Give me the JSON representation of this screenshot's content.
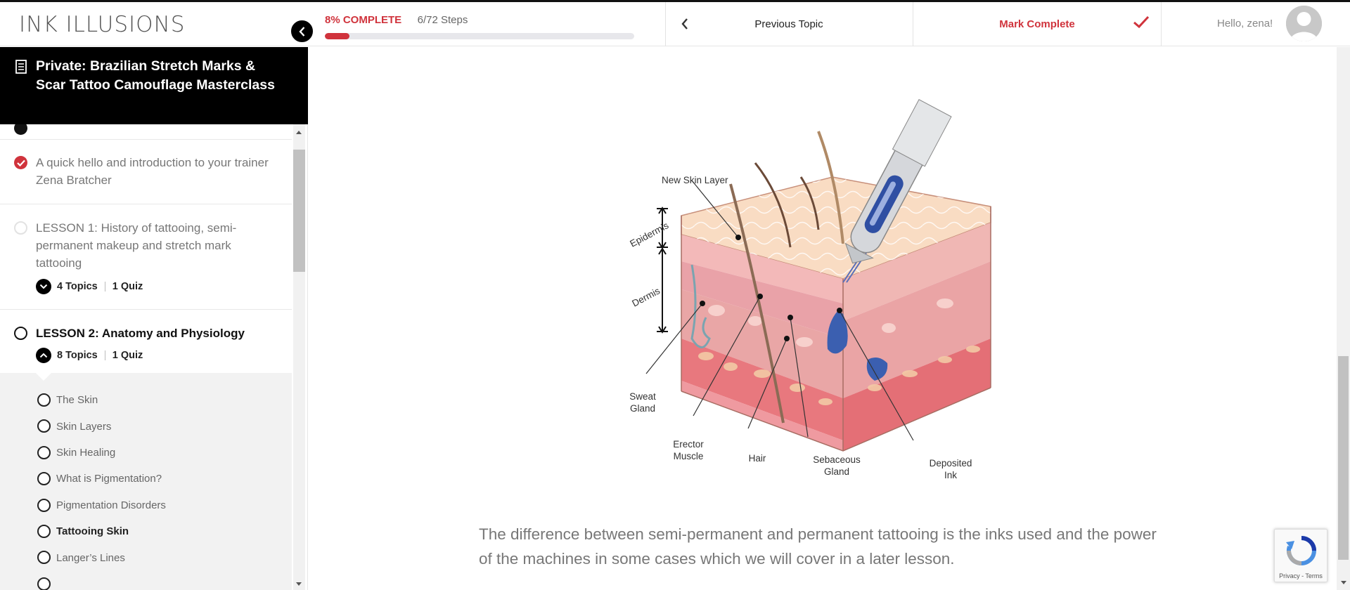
{
  "header": {
    "logo": "INK ILLUSIONS",
    "progress_percent_label": "8% COMPLETE",
    "progress_fraction": 0.08,
    "steps_label": "6/72 Steps",
    "previous_topic_label": "Previous Topic",
    "mark_complete_label": "Mark Complete",
    "greeting": "Hello, zena!",
    "accent_color": "#d0333c"
  },
  "sidebar": {
    "course_title": "Private: Brazilian Stretch Marks & Scar Tattoo Camouflage Masterclass",
    "items": [
      {
        "text": "A quick hello and introduction to your trainer Zena Bratcher",
        "status": "complete"
      },
      {
        "text": "LESSON 1: History of tattooing, semi-permanent makeup and stretch mark tattooing",
        "status": "incomplete",
        "topics_label": "4 Topics",
        "quiz_label": "1 Quiz",
        "expanded": false
      },
      {
        "text": "LESSON 2: Anatomy and Physiology",
        "status": "in-progress",
        "topics_label": "8 Topics",
        "quiz_label": "1 Quiz",
        "expanded": true
      }
    ],
    "topics": [
      {
        "label": "The Skin",
        "current": false
      },
      {
        "label": "Skin Layers",
        "current": false
      },
      {
        "label": "Skin Healing",
        "current": false
      },
      {
        "label": "What is Pigmentation?",
        "current": false
      },
      {
        "label": "Pigmentation Disorders",
        "current": false
      },
      {
        "label": "Tattooing Skin",
        "current": true
      },
      {
        "label": "Langer’s Lines",
        "current": false
      }
    ]
  },
  "diagram": {
    "labels": {
      "new_skin_layer": "New Skin Layer",
      "epidermis": "Epidermis",
      "dermis": "Dermis",
      "sweat_gland_1": "Sweat",
      "sweat_gland_2": "Gland",
      "erector_muscle_1": "Erector",
      "erector_muscle_2": "Muscle",
      "hair": "Hair",
      "sebaceous_gland_1": "Sebaceous",
      "sebaceous_gland_2": "Gland",
      "deposited_ink_1": "Deposited",
      "deposited_ink_2": "Ink"
    }
  },
  "main": {
    "caption": "The difference between semi-permanent and permanent tattooing is the inks used and the power of the machines in some cases which we will cover in a later lesson."
  },
  "recaptcha": {
    "links": "Privacy - Terms"
  },
  "icons": [
    "document-icon",
    "chevron-left-icon",
    "check-icon",
    "chevron-down-icon",
    "chevron-up-icon",
    "avatar-icon",
    "recaptcha-icon"
  ]
}
